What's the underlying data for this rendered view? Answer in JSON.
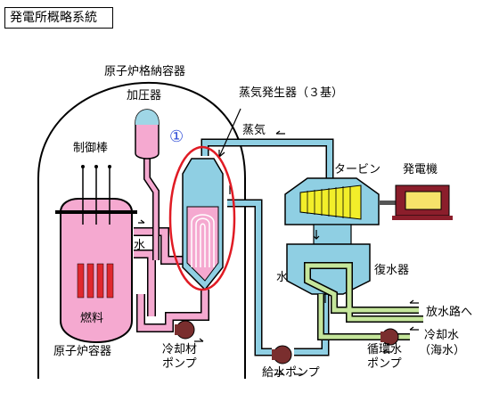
{
  "title": "発電所概略系統",
  "labels": {
    "containment": "原子炉格納容器",
    "pressurizer": "加圧器",
    "steam_generator": "蒸気発生器（３基）",
    "marker": "①",
    "steam": "蒸気",
    "control_rods": "制御棒",
    "turbine": "タービン",
    "generator": "発電機",
    "water_sg": "水",
    "water_feed": "水",
    "condenser": "復水器",
    "fuel": "燃料",
    "discharge": "放水路へ",
    "reactor_vessel": "原子炉容器",
    "coolant_pump_l1": "冷却材",
    "coolant_pump_l2": "ポンプ",
    "cooling_water_l1": "冷却水",
    "cooling_water_l2": "（海水）",
    "circ_pump_l1": "循環水",
    "circ_pump_l2": "ポンプ",
    "feed_pump": "給水ポンプ"
  },
  "colors": {
    "primary_loop": "#f5a9d0",
    "secondary_loop": "#8fcfe3",
    "cooling_loop": "#c5e69b",
    "turbine_rotor": "#f2ee2a",
    "generator_body": "#8b1e2b",
    "generator_core": "#f6e36a",
    "fuel_rods": "#e0282e",
    "highlight_ellipse": "#e01b24",
    "pump": "#7a2e2e",
    "marker": "#3350d8"
  },
  "icons": [
    "coolant-pump-icon",
    "feed-pump-icon",
    "circulating-pump-icon",
    "turbine-icon",
    "generator-icon",
    "condenser-icon",
    "steam-generator-icon",
    "pressurizer-icon",
    "reactor-vessel-icon"
  ]
}
